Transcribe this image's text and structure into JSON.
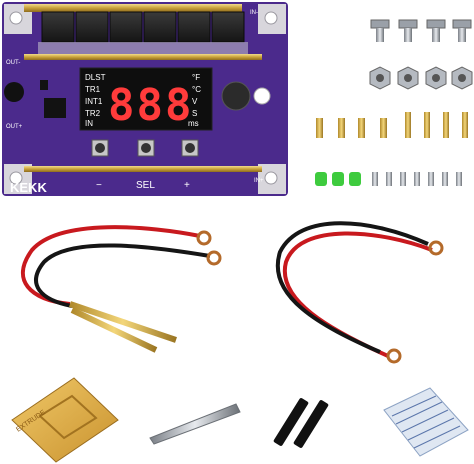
{
  "board": {
    "brand": "KEKK",
    "buttons": [
      "−",
      "SEL",
      "+"
    ],
    "display_digits": "888",
    "left_labels": [
      "DLST",
      "TR1",
      "INT1",
      "TR2",
      "IN"
    ],
    "right_units": [
      "°F",
      "°C",
      "V",
      "S",
      "ms"
    ],
    "out_minus": "OUT-",
    "out_plus": "OUT+",
    "in_minus": "IN-",
    "in_plus": "IN+"
  },
  "colors": {
    "pcb": "#4b2a8c",
    "gold": "#d8b24a",
    "display_red": "#ff3b3b",
    "wire_red": "#c8191e",
    "wire_black": "#151515",
    "pen_gold": "#b8943a",
    "led_green": "#3ecb3e"
  },
  "icons": [
    "screw-icon",
    "nut-icon",
    "standoff-icon",
    "wire-icon",
    "pen-icon",
    "jig-icon",
    "tweezers-icon",
    "heatshrink-icon",
    "nickel-strip-icon"
  ],
  "extras": {
    "jig_text": "EXTRUDE"
  }
}
